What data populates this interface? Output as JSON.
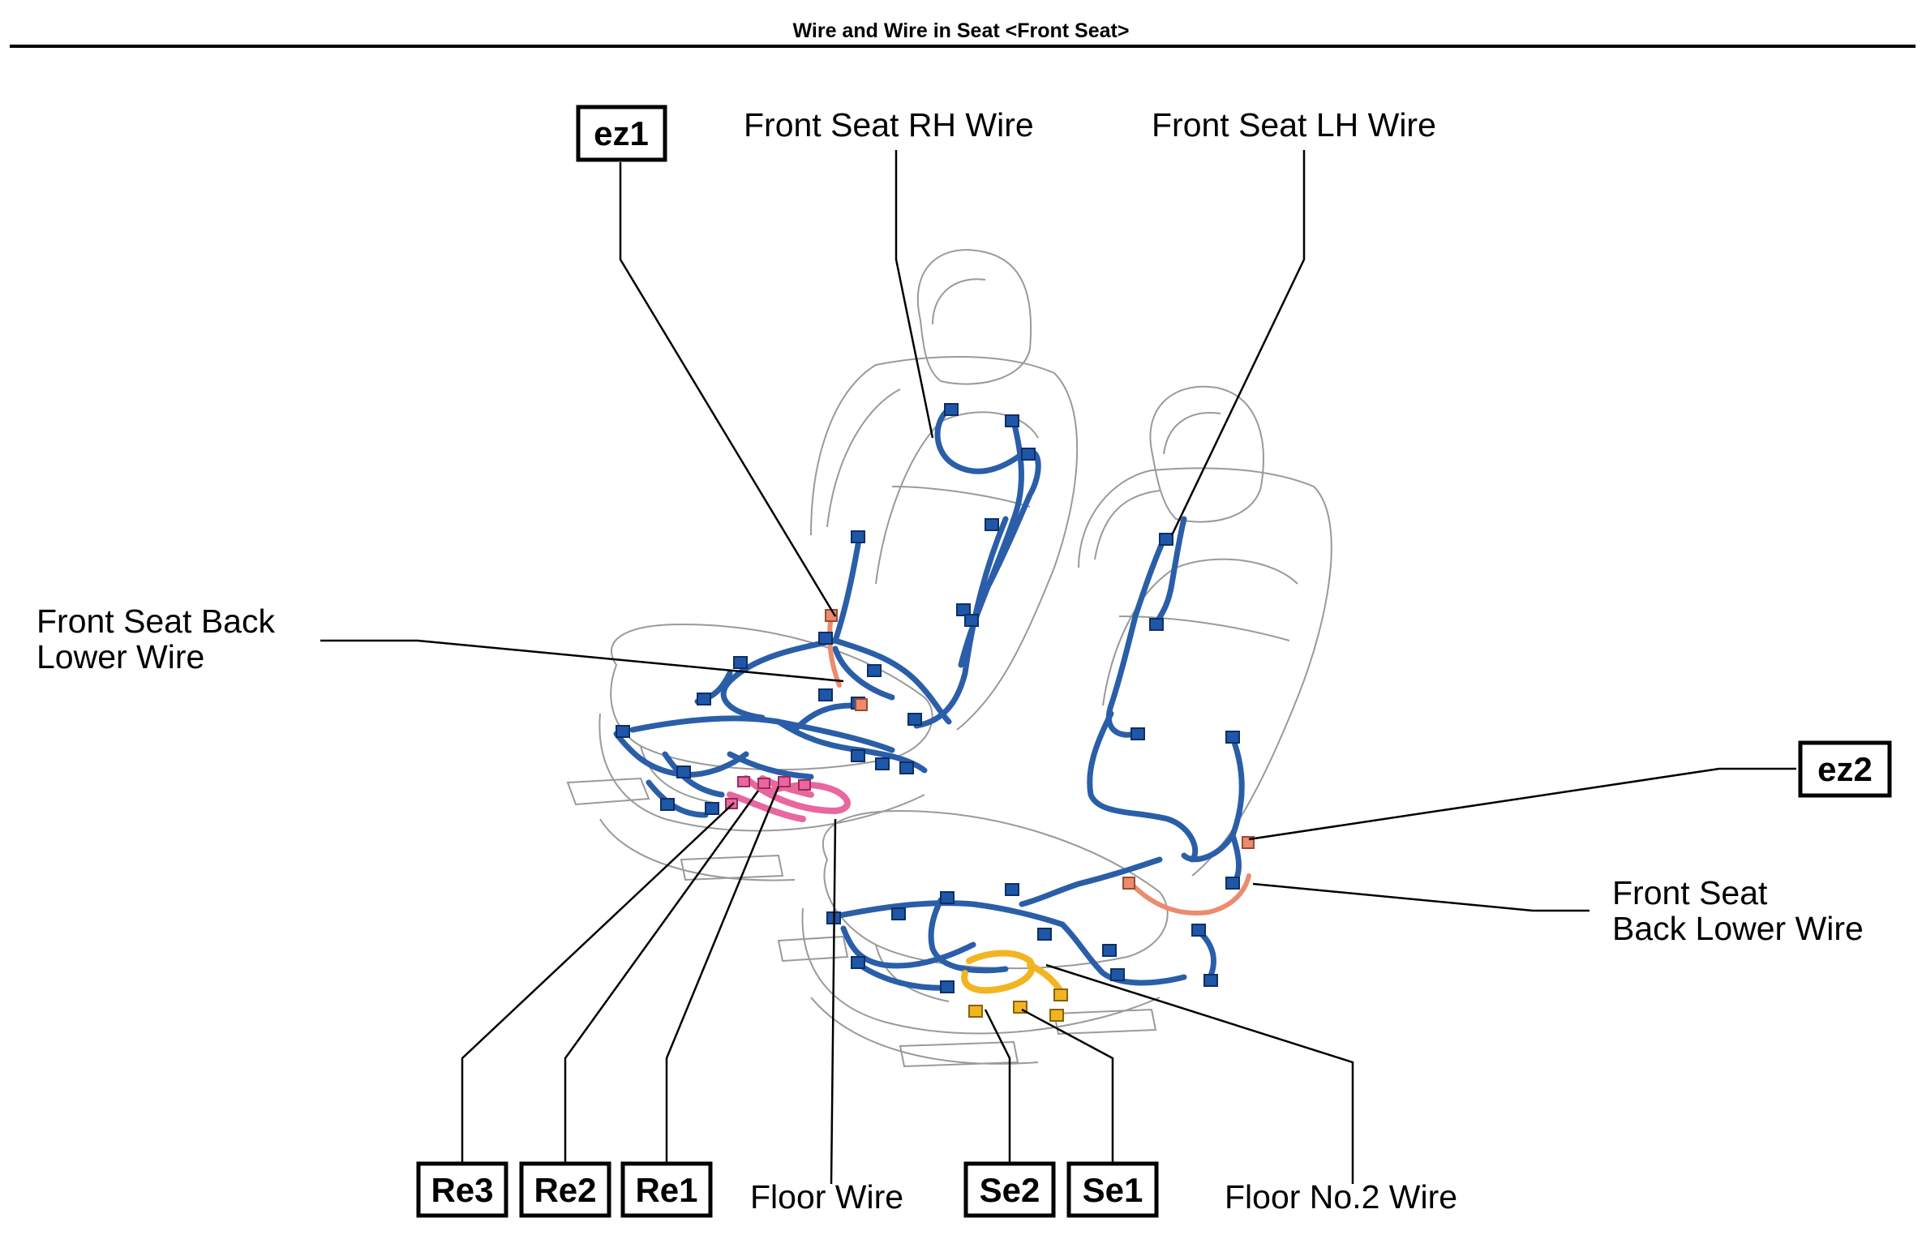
{
  "page": {
    "title": "Wire and Wire in Seat <Front Seat>"
  },
  "labels": {
    "front_seat_rh_wire": "Front Seat RH Wire",
    "front_seat_lh_wire": "Front Seat LH Wire",
    "front_seat_back_lower_wire_left": [
      "Front Seat Back",
      "Lower Wire"
    ],
    "front_seat_back_lower_wire_right": [
      "Front Seat",
      "Back Lower Wire"
    ],
    "floor_wire": "Floor Wire",
    "floor_no2_wire": "Floor No.2 Wire"
  },
  "connectors": {
    "ez1": "ez1",
    "ez2": "ez2",
    "re3": "Re3",
    "re2": "Re2",
    "re1": "Re1",
    "se2": "Se2",
    "se1": "Se1"
  },
  "colors": {
    "wire_harness": "#2a5ea8",
    "connector_blue": "#1f57a8",
    "floor_wire_pink": "#e8679e",
    "floor_no2_yellow": "#f2b522",
    "back_lower_salmon": "#ec8b6e",
    "seat_outline": "#9a9a9a",
    "leader_line": "#000000"
  }
}
